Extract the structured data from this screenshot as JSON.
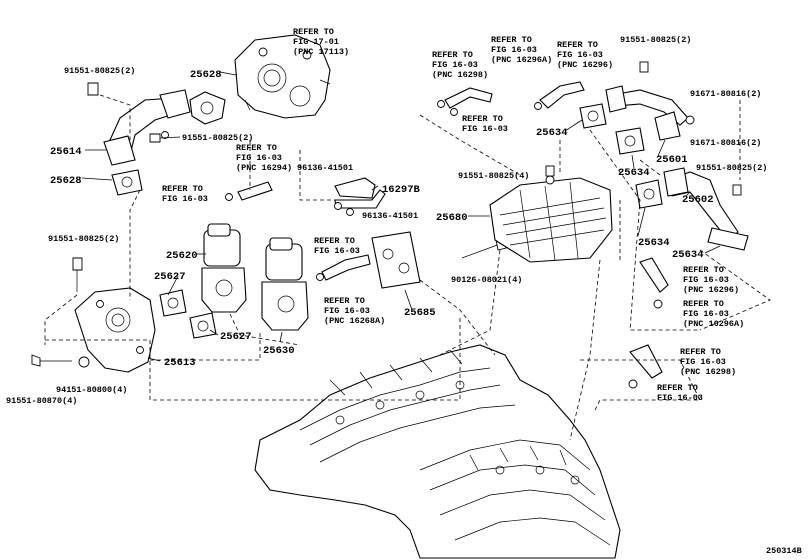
{
  "diagram": {
    "figure_code": "250314B",
    "part_numbers": {
      "p25628_top": "25628",
      "p25614": "25614",
      "p25628_left": "25628",
      "p25620": "25620",
      "p25627_a": "25627",
      "p25627_b": "25627",
      "p25613": "25613",
      "p25630": "25630",
      "p16297B": "16297B",
      "p25685": "25685",
      "p25680": "25680",
      "p25634_a": "25634",
      "p25634_b": "25634",
      "p25634_c": "25634",
      "p25634_d": "25634",
      "p25601": "25601",
      "p25602": "25602"
    },
    "fasteners": {
      "f1": "91551-80825(2)",
      "f2": "91551-80825(2)",
      "f3": "91551-80825(2)",
      "f4": "91551-80825(2)",
      "f5": "91551-80825(2)",
      "f6": "91551-80825(4)",
      "f7": "91671-80816(2)",
      "f8": "91671-80816(2)",
      "f9": "96136-41501",
      "f10": "96136-41501",
      "f11": "90126-08021(4)",
      "f12": "94151-80800(4)",
      "f13": "91551-80870(4)"
    },
    "refs": {
      "r1": [
        "REFER TO",
        "FIG 17-01",
        "(PNC 17113)"
      ],
      "r2": [
        "REFER TO",
        "FIG 16-03",
        "(PNC 16298)"
      ],
      "r3": [
        "REFER TO",
        "FIG 16-03",
        "(PNC 16296A)"
      ],
      "r4": [
        "REFER TO",
        "FIG 16-03",
        "(PNC 16296)"
      ],
      "r5": [
        "REFER TO",
        "FIG 16-03"
      ],
      "r6": [
        "REFER TO",
        "FIG 16-03",
        "(PNC 16294)"
      ],
      "r7": [
        "REFER TO",
        "FIG 16-03"
      ],
      "r8": [
        "REFER TO",
        "FIG 16-03"
      ],
      "r9": [
        "REFER TO",
        "FIG 16-03",
        "(PNC 16268A)"
      ],
      "r10": [
        "REFER TO",
        "FIG 16-03",
        "(PNC 16296)"
      ],
      "r11": [
        "REFER TO",
        "FIG 16-03",
        "(PNC 16296A)"
      ],
      "r12": [
        "REFER TO",
        "FIG 16-03",
        "(PNC 16298)"
      ],
      "r13": [
        "REFER TO",
        "FIG 16-03"
      ]
    }
  }
}
